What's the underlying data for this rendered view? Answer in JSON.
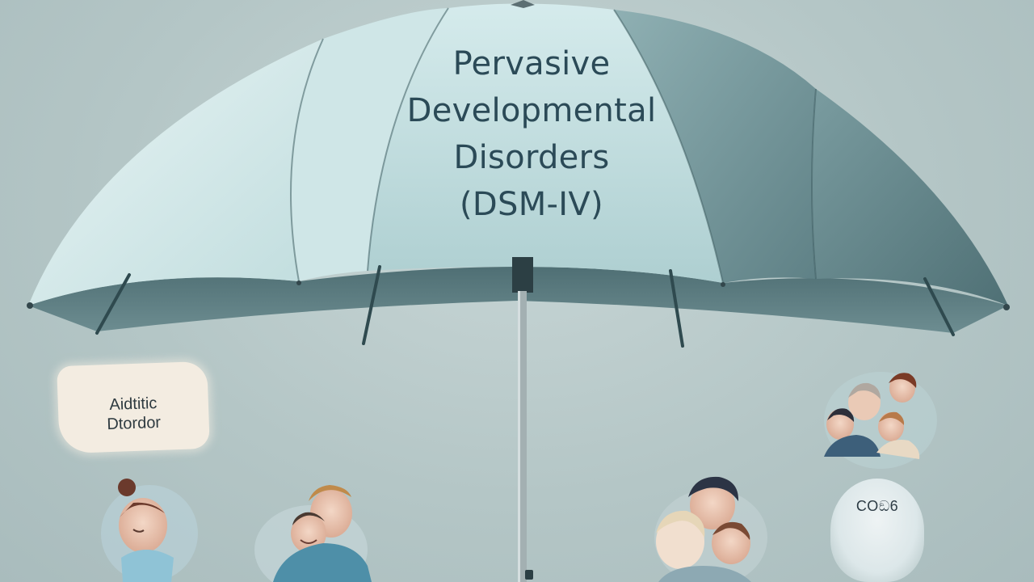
{
  "umbrella": {
    "title_lines": [
      "Pervasive",
      "Developmental",
      "Disorders",
      "(DSM-IV)"
    ]
  },
  "labels": {
    "left_card_lines": [
      "Aidtitic",
      "Dtordor"
    ],
    "right_cloud": "COඞ6"
  },
  "colors": {
    "background": "#b9cacb",
    "canopy_light": "#d6ecec",
    "canopy_dark": "#6b8b90",
    "title_text": "#2b4a57",
    "card": "#f3ece1"
  },
  "figures": [
    {
      "name": "baby-figure"
    },
    {
      "name": "parent-child-figure"
    },
    {
      "name": "children-group-figure"
    },
    {
      "name": "family-group-figure"
    }
  ]
}
